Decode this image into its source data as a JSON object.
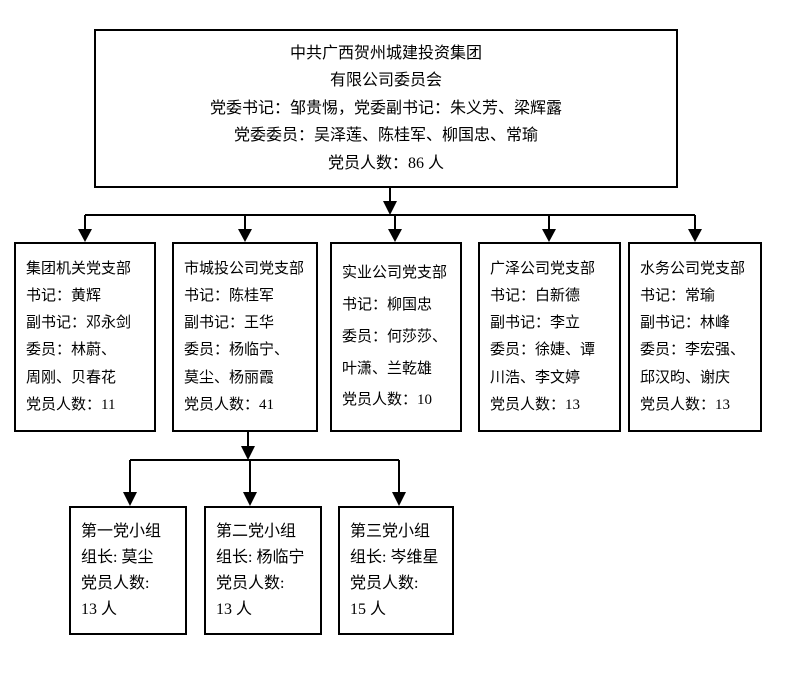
{
  "colors": {
    "line": "#000000",
    "box_border": "#000000",
    "box_background": "#ffffff",
    "text": "#000000"
  },
  "top_box": {
    "lines": [
      "中共广西贺州城建投资集团",
      "有限公司委员会",
      "党委书记：邹贵惕，党委副书记：朱义芳、梁辉露",
      "党委委员：吴泽莲、陈桂军、柳国忠、常瑜",
      "党员人数：86 人"
    ]
  },
  "branches": [
    {
      "lines": [
        "集团机关党支部",
        "书记：黄辉",
        "副书记：邓永剑",
        "委员：林蔚、",
        "周刚、贝春花",
        "党员人数：11"
      ]
    },
    {
      "lines": [
        "市城投公司党支部",
        "书记：陈桂军",
        "副书记：王华",
        "委员：杨临宁、",
        "莫尘、杨丽霞",
        "党员人数：41"
      ]
    },
    {
      "lines": [
        "实业公司党支部",
        "书记：柳国忠",
        "委员：何莎莎、",
        "叶潇、兰乾雄",
        "党员人数：10"
      ]
    },
    {
      "lines": [
        "广泽公司党支部",
        "书记：白新德",
        "副书记：李立",
        "委员：徐婕、谭",
        "川浩、李文婷",
        "党员人数：13"
      ]
    },
    {
      "lines": [
        "水务公司党支部",
        "书记：常瑜",
        "副书记：林峰",
        "委员：李宏强、",
        "邱汉昀、谢庆",
        "党员人数：13"
      ]
    }
  ],
  "groups": [
    {
      "lines": [
        "第一党小组",
        "组长: 莫尘",
        "党员人数:",
        "13 人"
      ]
    },
    {
      "lines": [
        "第二党小组",
        "组长: 杨临宁",
        "党员人数:",
        "13 人"
      ]
    },
    {
      "lines": [
        "第三党小组",
        "组长: 岑维星",
        "党员人数:",
        "15 人"
      ]
    }
  ]
}
